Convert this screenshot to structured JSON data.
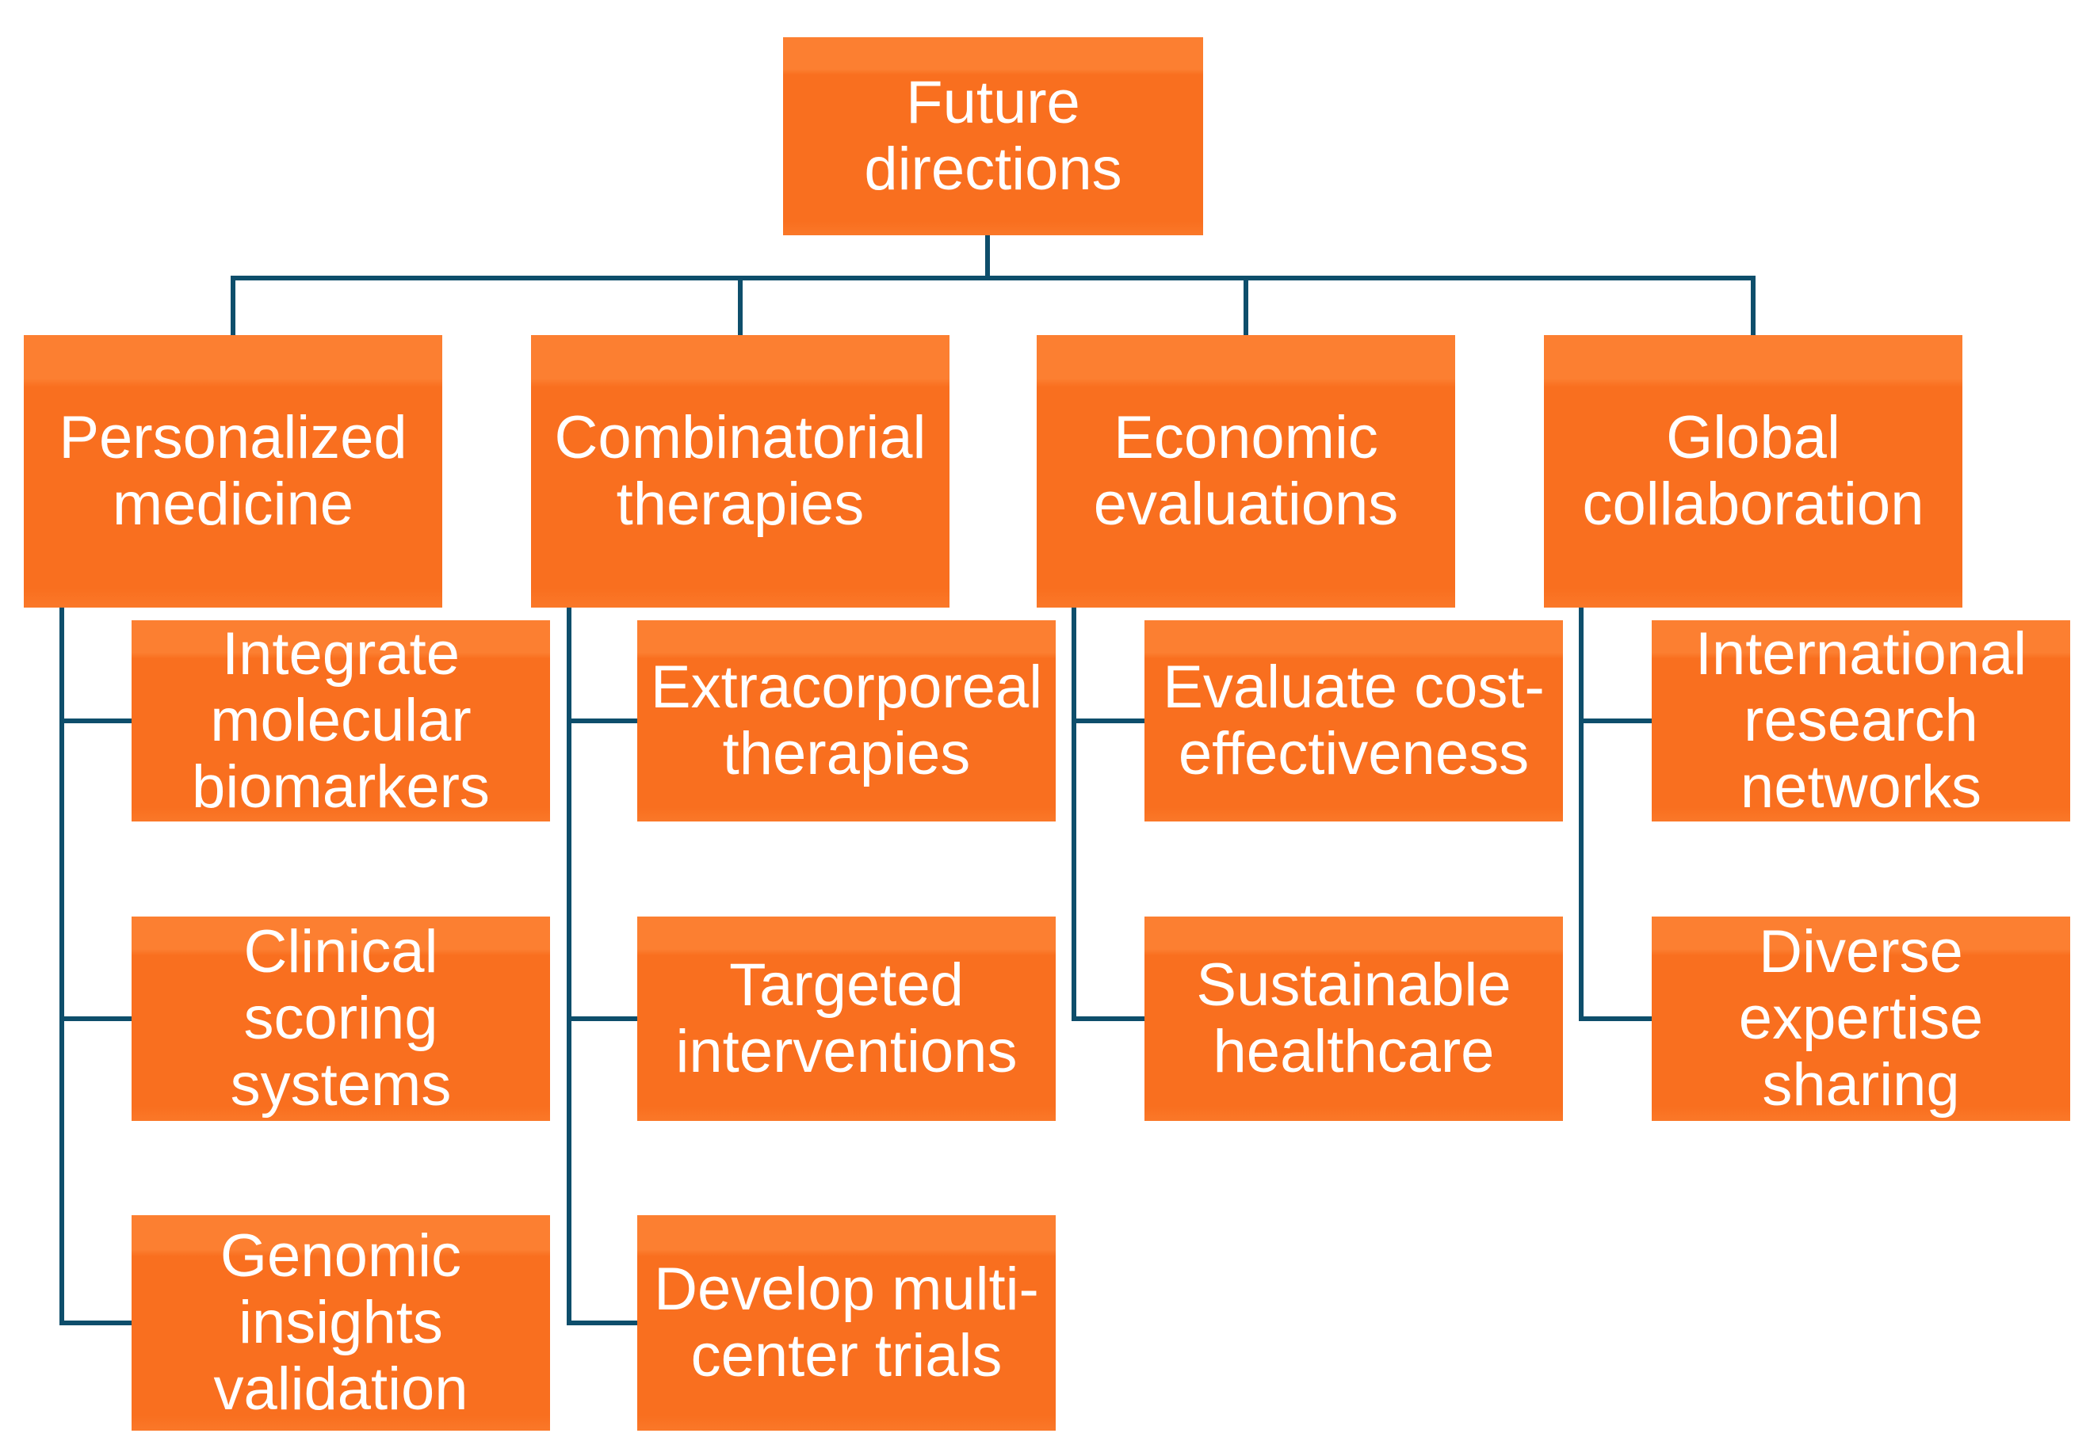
{
  "colors": {
    "node_fill": "#f96f1f",
    "node_fill_highlight": "#fc7f31",
    "connector": "#0e4e6b",
    "node_text": "#ffffff",
    "background": "#ffffff"
  },
  "tree": {
    "root": {
      "label": "Future\ndirections",
      "children": [
        {
          "label": "Personalized\nmedicine",
          "children": [
            {
              "label": "Integrate\nmolecular\nbiomarkers"
            },
            {
              "label": "Clinical\nscoring\nsystems"
            },
            {
              "label": "Genomic\ninsights\nvalidation"
            }
          ]
        },
        {
          "label": "Combinatorial\ntherapies",
          "children": [
            {
              "label": "Extracorporeal\ntherapies"
            },
            {
              "label": "Targeted\ninterventions"
            },
            {
              "label": "Develop multi-\ncenter trials"
            }
          ]
        },
        {
          "label": "Economic\nevaluations",
          "children": [
            {
              "label": "Evaluate cost-\neffectiveness"
            },
            {
              "label": "Sustainable\nhealthcare"
            }
          ]
        },
        {
          "label": "Global\ncollaboration",
          "children": [
            {
              "label": "International\nresearch\nnetworks"
            },
            {
              "label": "Diverse\nexpertise\nsharing"
            }
          ]
        }
      ]
    }
  }
}
